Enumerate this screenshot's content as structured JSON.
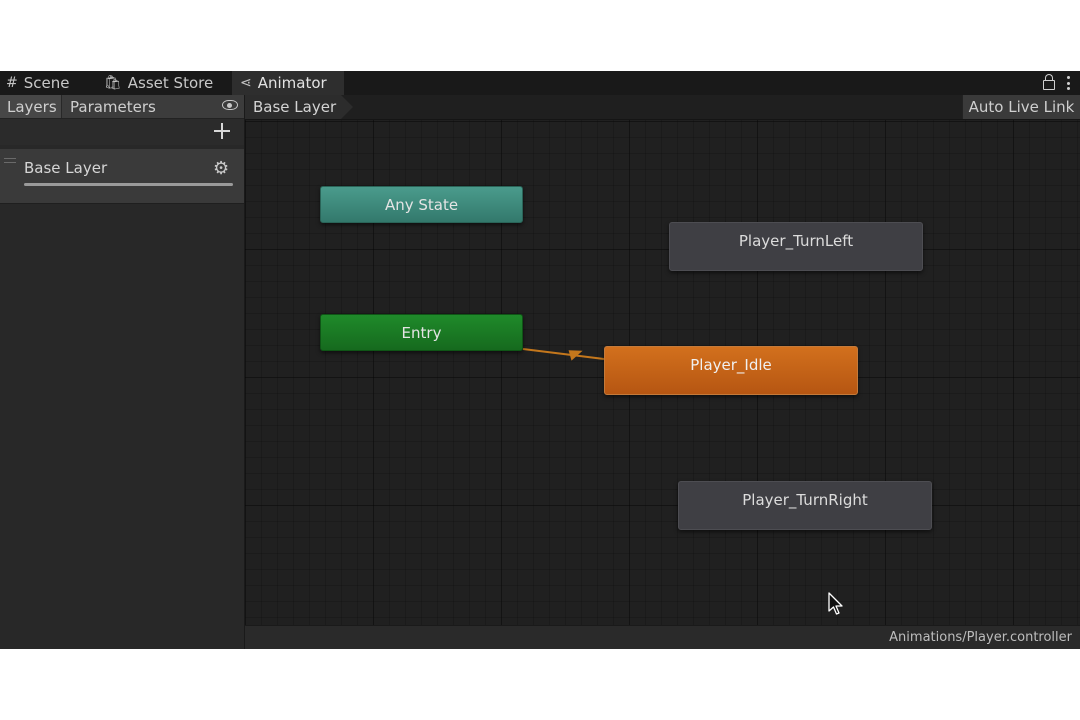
{
  "tabs": [
    {
      "label": "Scene",
      "icon": "grid-icon"
    },
    {
      "label": "Asset Store",
      "icon": "shopping-bag-icon"
    },
    {
      "label": "Animator",
      "icon": "animator-icon",
      "active": true
    }
  ],
  "window_icons": [
    "lock-icon",
    "kebab-menu-icon"
  ],
  "left_panel": {
    "tabs": [
      "Layers",
      "Parameters"
    ],
    "selected_tab": "Layers",
    "layers": [
      {
        "name": "Base Layer"
      }
    ]
  },
  "graph": {
    "breadcrumb": "Base Layer",
    "auto_live_link": "Auto Live Link",
    "nodes": {
      "any_state": "Any State",
      "entry": "Entry",
      "idle": "Player_Idle",
      "turn_left": "Player_TurnLeft",
      "turn_right": "Player_TurnRight"
    },
    "footer_path": "Animations/Player.controller"
  },
  "colors": {
    "any_state": "#3f8d7f",
    "entry": "#1b7d26",
    "default_state": "#c9661a",
    "state": "#3f3f44",
    "transition": "#c4771c"
  }
}
